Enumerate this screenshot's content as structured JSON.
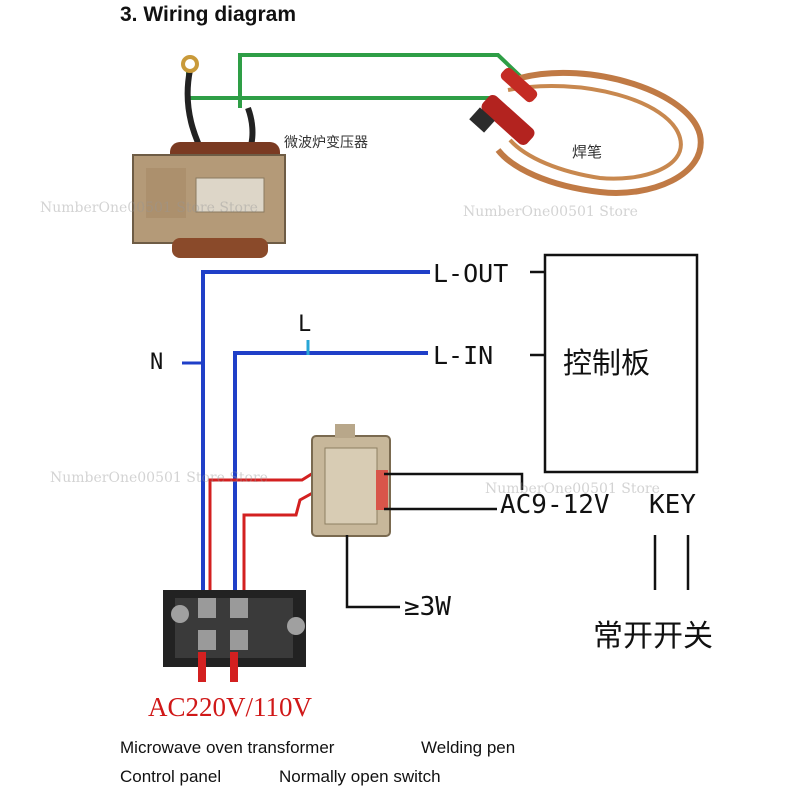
{
  "title": "3. Wiring diagram",
  "labels": {
    "microwave_transformer_cn": "微波炉变压器",
    "welding_pen_cn": "焊笔",
    "l_out": "L-OUT",
    "l_in": "L-IN",
    "l": "L",
    "n": "N",
    "control_panel_cn": "控制板",
    "ac_low": "AC9-12V",
    "key": "KEY",
    "power_rating": "≥3W",
    "switch_cn": "常开开关",
    "mains": "AC220V/110V"
  },
  "legend": {
    "line1_left": "Microwave oven transformer",
    "line1_right": "Welding pen",
    "line2_left": "Control panel",
    "line2_right": "Normally open switch"
  },
  "watermark": "NumberOne00501 Store Store",
  "watermark_alt": "NumberOne00501 Store",
  "colors": {
    "green_wire": "#2e9e46",
    "blue_wire": "#1f3fc8",
    "red_wire": "#d32020",
    "black_line": "#111111",
    "mains_text": "#d01818"
  }
}
